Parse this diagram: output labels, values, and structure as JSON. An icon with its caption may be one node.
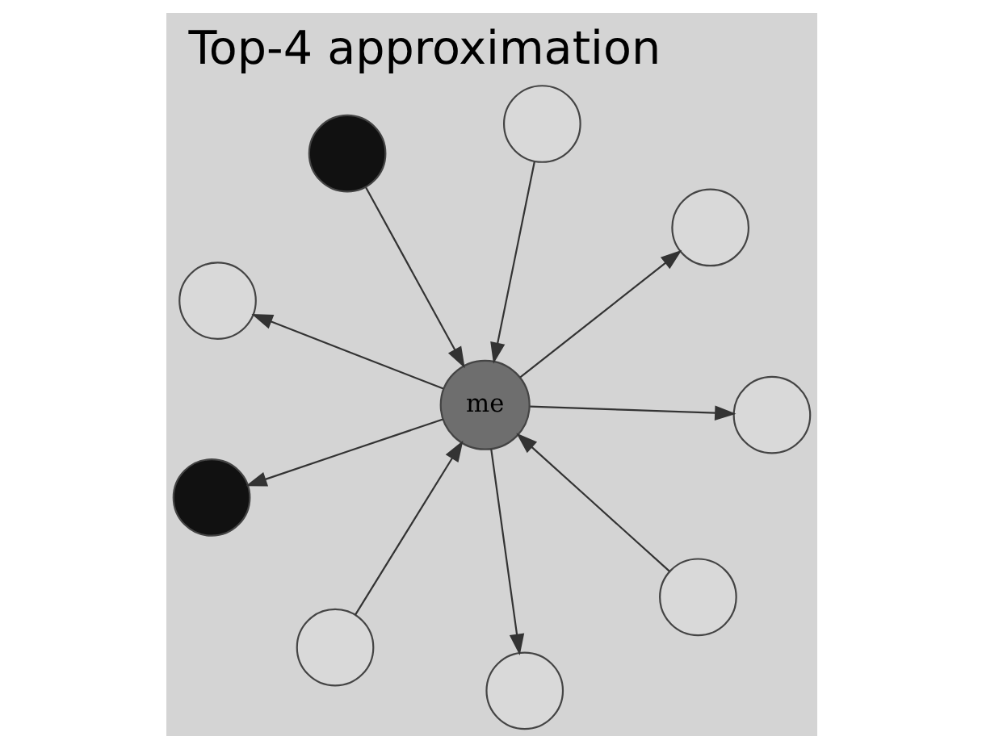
{
  "diagram": {
    "title": "Top-4 approximation",
    "nodes": [
      {
        "text": [],
        "shape": "circle"
      },
      {
        "text": [],
        "shape": "circle"
      },
      {
        "text": [],
        "shape": "circle"
      },
      {
        "text": [],
        "shape": "circle"
      },
      {
        "text": [
          "me"
        ]
      },
      {
        "text": [],
        "shape": "circle"
      },
      {
        "text": [],
        "shape": "circle"
      },
      {
        "text": [],
        "shape": "circle"
      },
      {
        "text": [],
        "shape": "circle"
      },
      {
        "text": [],
        "shape": "circle"
      }
    ],
    "edges": [
      {
        "from": 4,
        "to": 0,
        "arrow": "to"
      },
      {
        "from": 4,
        "to": 1,
        "arrow": "to"
      },
      {
        "from": 4,
        "to": 2,
        "arrow": "to"
      },
      {
        "from": 3,
        "to": 4,
        "arrow": "to"
      },
      {
        "from": 5,
        "to": 4,
        "arrow": "to"
      },
      {
        "from": 4,
        "to": 6,
        "arrow": "to"
      },
      {
        "from": 4,
        "to": 7,
        "arrow": "to"
      },
      {
        "from": 9,
        "to": 4,
        "arrow": "to"
      },
      {
        "from": 8,
        "to": 4,
        "arrow": "to"
      }
    ]
  }
}
